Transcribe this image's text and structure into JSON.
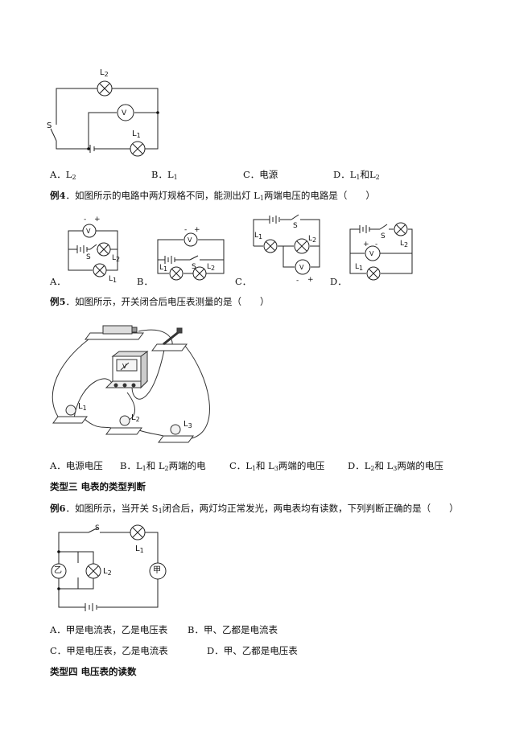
{
  "q3": {
    "diagram": {
      "lamp_top": "L",
      "lamp_top_sub": "2",
      "lamp_bottom": "L",
      "lamp_bottom_sub": "1",
      "meter": "V",
      "switch": "S"
    },
    "options": [
      "A．L",
      "2",
      "B．L",
      "1",
      "C．电源",
      "D．L",
      "1",
      "和L",
      "2"
    ]
  },
  "ex4": {
    "label": "例4",
    "text": "．如图所示的电路中两灯规格不同，能测出灯 L",
    "sub": "1",
    "text2": "两端电压的电路是（　　）",
    "fig_labels": [
      "A．",
      "B．",
      "C．",
      "D．"
    ],
    "meter": "V",
    "switch": "S",
    "minus": "-",
    "plus": "+",
    "L1": "L",
    "L2": "L",
    "s1": "1",
    "s2": "2"
  },
  "ex5": {
    "label": "例5",
    "text": "．如图所示，开关闭合后电压表测量的是（　　）",
    "photo_labels": {
      "l1": "L",
      "l1s": "1",
      "l2": "L",
      "l2s": "2",
      "l3": "L",
      "l3s": "3",
      "v": "V"
    },
    "options": {
      "a": "A．电源电压",
      "b1": "B．L",
      "b_s1": "1",
      "b2": "和 L",
      "b_s2": "2",
      "b3": "两端的电",
      "c1": "C．L",
      "c_s1": "1",
      "c2": "和 L",
      "c_s2": "3",
      "c3": "两端的电压",
      "d1": "D．L",
      "d_s1": "2",
      "d2": "和 L",
      "d_s2": "3",
      "d3": "两端的电压"
    }
  },
  "type3": {
    "heading": "类型三  电表的类型判断"
  },
  "ex6": {
    "label": "例6",
    "text": "．如图所示，当开关 S",
    "sub": "1",
    "text2": "闭合后，两灯均正常发光，两电表均有读数，下列判断正确的是（　　）",
    "diagram": {
      "s": "S",
      "l1": "L",
      "l1s": "1",
      "l2": "L",
      "l2s": "2",
      "jia": "甲",
      "yi": "乙"
    },
    "options": {
      "a": "A．甲是电流表，乙是电压表",
      "b": "B．甲、乙都是电流表",
      "c": "C．甲是电压表，乙是电流表",
      "d": "D．甲、乙都是电压表"
    }
  },
  "type4": {
    "heading": "类型四   电压表的读数"
  }
}
